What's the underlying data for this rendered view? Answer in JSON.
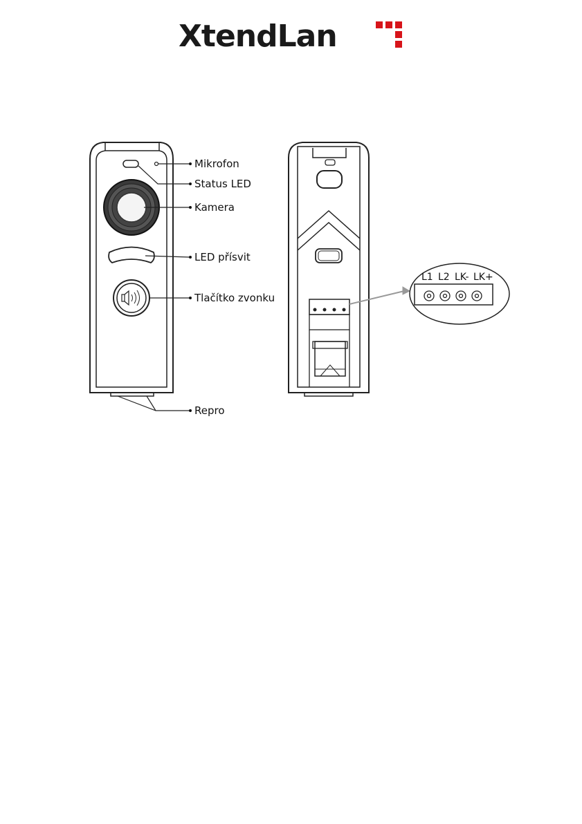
{
  "brand": {
    "logo_text": "XtendLan"
  },
  "callouts": {
    "mikrofon": "Mikrofon",
    "status_led": "Status LED",
    "kamera": "Kamera",
    "led_prisvit": "LED přísvit",
    "tlacitko": "Tlačítko zvonku",
    "repro": "Repro"
  },
  "terminals": [
    "L1",
    "L2",
    "LK-",
    "LK+"
  ]
}
